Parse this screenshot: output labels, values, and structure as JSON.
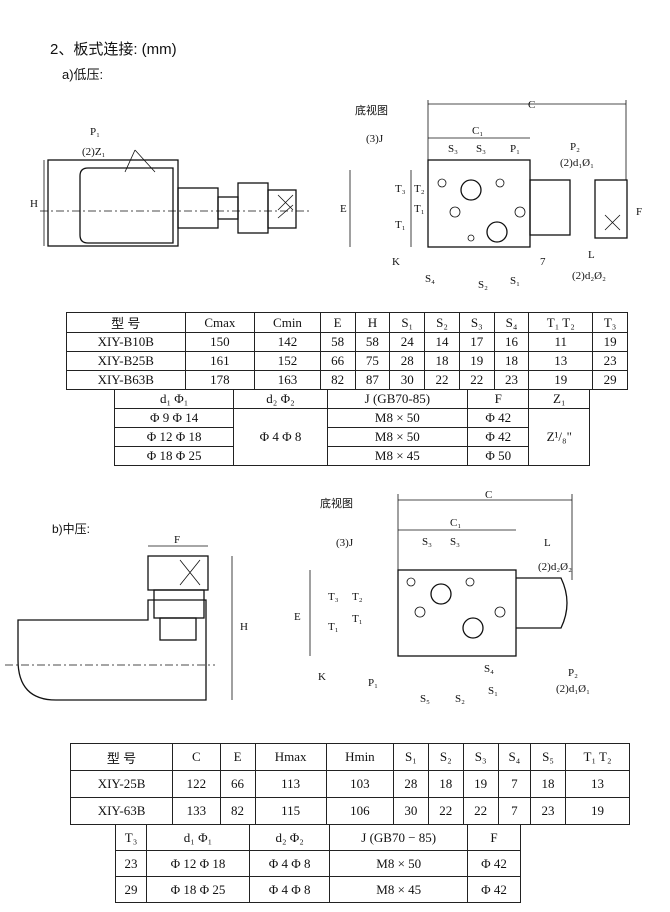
{
  "heading": "2、板式连接: (mm)",
  "section_a": "a)低压:",
  "section_b": "b)中压:",
  "bottom_view": "底视图",
  "labels_a": {
    "P1": "P₁",
    "Z1": "(2)Z₁",
    "H": "H",
    "C": "C",
    "C1": "C₁",
    "J": "(3)J",
    "S3a": "S₃",
    "S3b": "S₃",
    "P1r": "P₁",
    "P2": "P₂",
    "d1": "(2)d₁Ø₁",
    "E": "E",
    "T3": "T₃",
    "T2": "T₂",
    "T1a": "T₁",
    "T1b": "T₁",
    "F": "F",
    "K": "K",
    "L": "L",
    "seven": "7",
    "d2": "(2)d₂Ø₂",
    "S4": "S₄",
    "S2": "S₂",
    "S1": "S₁"
  },
  "labels_b": {
    "F": "F",
    "H": "H",
    "C": "C",
    "C1": "C₁",
    "J": "(3)J",
    "S3a": "S₃",
    "S3b": "S₃",
    "L": "L",
    "d2": "(2)d₂Ø₂",
    "E": "E",
    "T3": "T₃",
    "T2": "T₂",
    "T1a": "T₁",
    "T1b": "T₁",
    "K": "K",
    "P1": "P₁",
    "P2": "P₂",
    "S4": "S₄",
    "d1": "(2)d₁Ø₁",
    "S5": "S₅",
    "S2": "S₂",
    "S1": "S₁"
  },
  "table_a": {
    "headers": [
      "型 号",
      "Cmax",
      "Cmin",
      "E",
      "H",
      "S₁",
      "S₂",
      "S₃",
      "S₄",
      "T₁ T₂",
      "T₃"
    ],
    "rows": [
      [
        "XIY-B10B",
        "150",
        "142",
        "58",
        "58",
        "24",
        "14",
        "17",
        "16",
        "11",
        "19"
      ],
      [
        "XIY-B25B",
        "161",
        "152",
        "66",
        "75",
        "28",
        "18",
        "19",
        "18",
        "13",
        "23"
      ],
      [
        "XIY-B63B",
        "178",
        "163",
        "82",
        "87",
        "30",
        "22",
        "22",
        "23",
        "19",
        "29"
      ]
    ]
  },
  "table_a2": {
    "headers": [
      "d₁ Φ₁",
      "d₂ Φ₂",
      "J (GB70-85)",
      "F",
      "Z₁"
    ],
    "d1": [
      "Φ 9 Φ 14",
      "Φ 12 Φ 18",
      "Φ 18 Φ 25"
    ],
    "d2": "Φ 4 Φ 8",
    "J": [
      "M8 × 50",
      "M8 × 50",
      "M8 × 45"
    ],
    "F": [
      "Φ 42",
      "Φ 42",
      "Φ 50"
    ],
    "Z1": "Z¹/₈\""
  },
  "table_b": {
    "headers": [
      "型 号",
      "C",
      "E",
      "Hmax",
      "Hmin",
      "S₁",
      "S₂",
      "S₃",
      "S₄",
      "S₅",
      "T₁ T₂"
    ],
    "rows": [
      [
        "XIY-25B",
        "122",
        "66",
        "113",
        "103",
        "28",
        "18",
        "19",
        "7",
        "18",
        "13"
      ],
      [
        "XIY-63B",
        "133",
        "82",
        "115",
        "106",
        "30",
        "22",
        "22",
        "7",
        "23",
        "19"
      ]
    ]
  },
  "table_b2": {
    "headers": [
      "T₃",
      "d₁ Φ₁",
      "d₂ Φ₂",
      "J (GB70 − 85)",
      "F"
    ],
    "rows": [
      [
        "23",
        "Φ 12 Φ 18",
        "Φ 4 Φ 8",
        "M8 × 50",
        "Φ 42"
      ],
      [
        "29",
        "Φ 18 Φ 25",
        "Φ 4 Φ 8",
        "M8 × 45",
        "Φ 42"
      ]
    ]
  }
}
